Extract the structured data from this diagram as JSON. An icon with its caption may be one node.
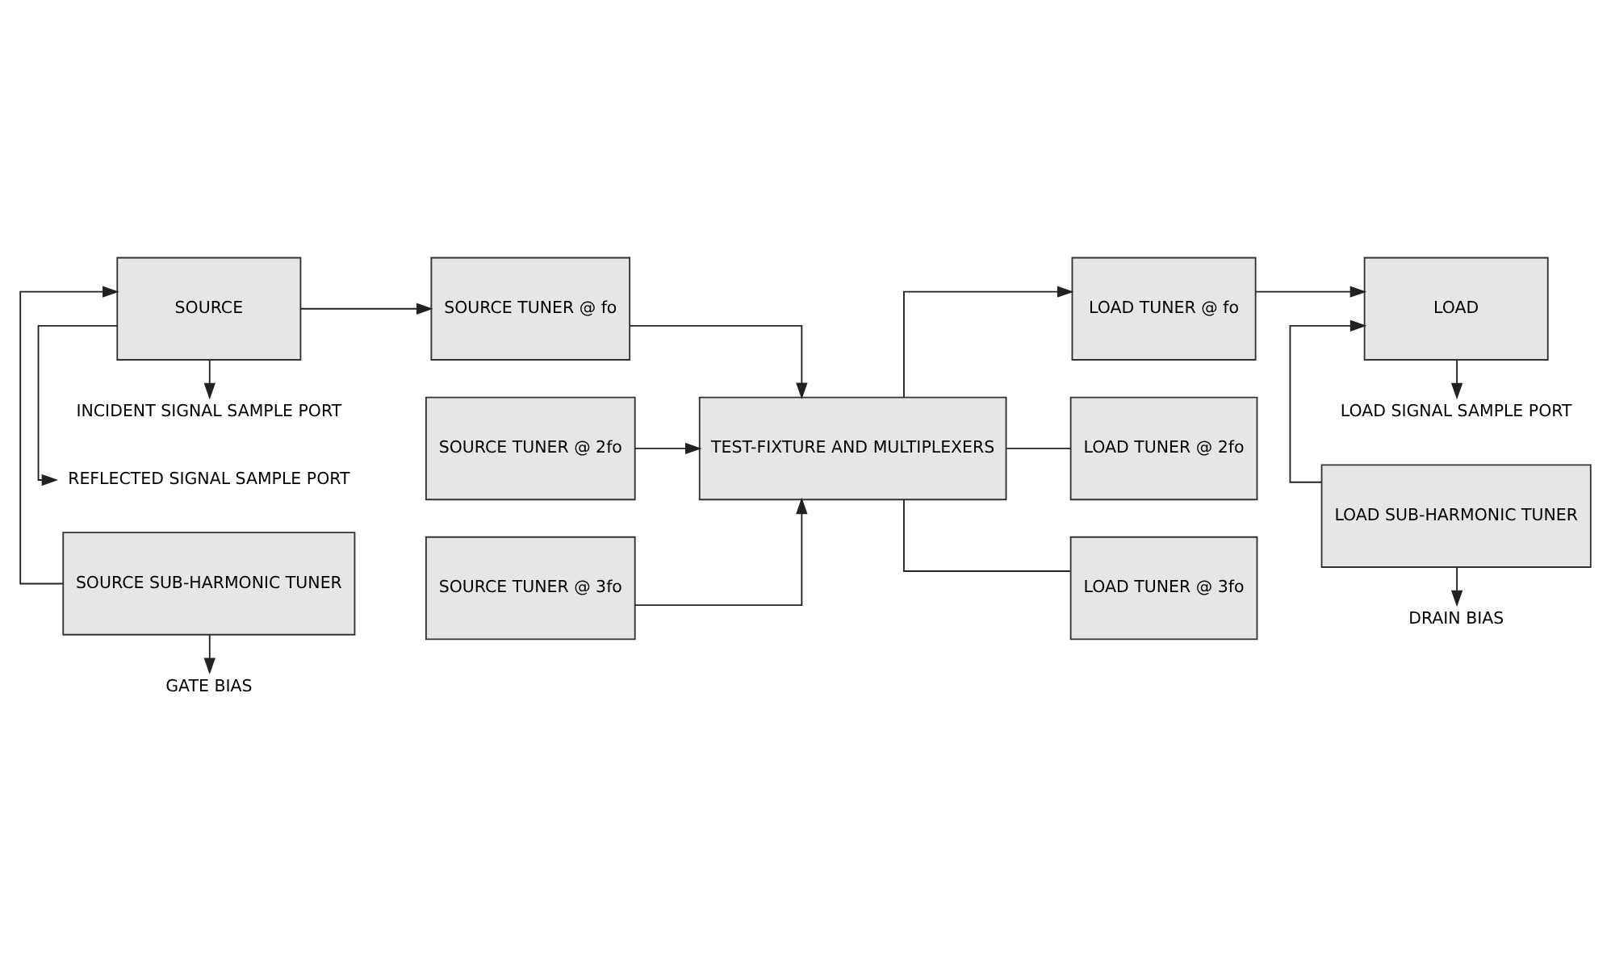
{
  "diagram": {
    "nodes": [
      {
        "text": [
          "SOURCE"
        ]
      },
      {
        "text": [
          "SOURCE SUB-HARMONIC TUNER"
        ]
      },
      {
        "text": [
          "SOURCE TUNER @ fo"
        ]
      },
      {
        "text": [
          "SOURCE TUNER @ 2fo"
        ]
      },
      {
        "text": [
          "SOURCE TUNER @ 3fo"
        ]
      },
      {
        "text": [
          "TEST-FIXTURE AND MULTIPLEXERS"
        ]
      },
      {
        "text": [
          "LOAD TUNER @ fo"
        ]
      },
      {
        "text": [
          "LOAD TUNER @ 2fo"
        ]
      },
      {
        "text": [
          "LOAD TUNER @ 3fo"
        ]
      },
      {
        "text": [
          "LOAD"
        ]
      },
      {
        "text": [
          "LOAD SUB-HARMONIC TUNER"
        ]
      },
      {
        "text": [
          "INCIDENT SIGNAL SAMPLE PORT"
        ]
      },
      {
        "text": [
          "REFLECTED SIGNAL SAMPLE PORT"
        ]
      },
      {
        "text": [
          "GATE BIAS"
        ]
      },
      {
        "text": [
          "LOAD SIGNAL SAMPLE PORT"
        ]
      },
      {
        "text": [
          "DRAIN BIAS"
        ]
      }
    ],
    "edges": [
      {
        "from": 0,
        "to": 11,
        "arrow": "to"
      },
      {
        "from": 0,
        "to": 12,
        "arrow": "to"
      },
      {
        "from": 1,
        "to": 0,
        "arrow": "to"
      },
      {
        "from": 1,
        "to": 13,
        "arrow": "to"
      },
      {
        "from": 0,
        "to": 2,
        "arrow": "to"
      },
      {
        "from": 2,
        "to": 5,
        "arrow": "to"
      },
      {
        "from": 3,
        "to": 5,
        "arrow": "to"
      },
      {
        "from": 4,
        "to": 5,
        "arrow": "to"
      },
      {
        "from": 5,
        "to": 6,
        "arrow": "to"
      },
      {
        "from": 5,
        "to": 7,
        "arrow": "none"
      },
      {
        "from": 5,
        "to": 8,
        "arrow": "none"
      },
      {
        "from": 6,
        "to": 9,
        "arrow": "to"
      },
      {
        "from": 9,
        "to": 14,
        "arrow": "to"
      },
      {
        "from": 10,
        "to": 9,
        "arrow": "to"
      },
      {
        "from": 10,
        "to": 15,
        "arrow": "to"
      }
    ]
  }
}
